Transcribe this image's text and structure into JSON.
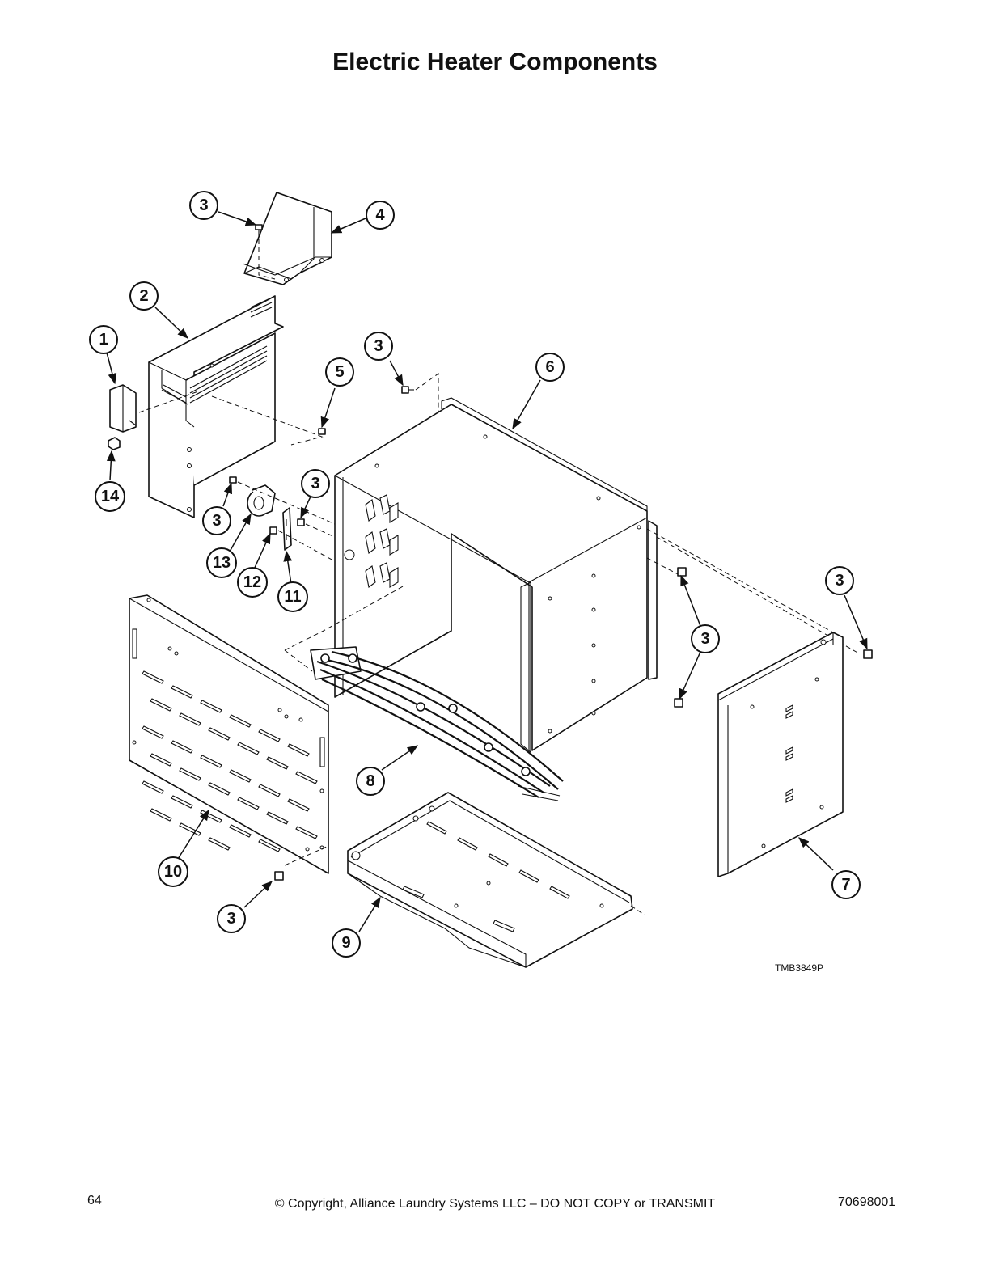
{
  "page": {
    "title": "Electric Heater Components",
    "figure_id": "TMB3849P",
    "page_number": "64",
    "copyright": "© Copyright, Alliance Laundry Systems LLC – DO NOT COPY or TRANSMIT",
    "doc_number": "70698001"
  },
  "callouts": [
    "1",
    "2",
    "3",
    "4",
    "5",
    "6",
    "7",
    "8",
    "9",
    "10",
    "11",
    "12",
    "13",
    "14"
  ]
}
